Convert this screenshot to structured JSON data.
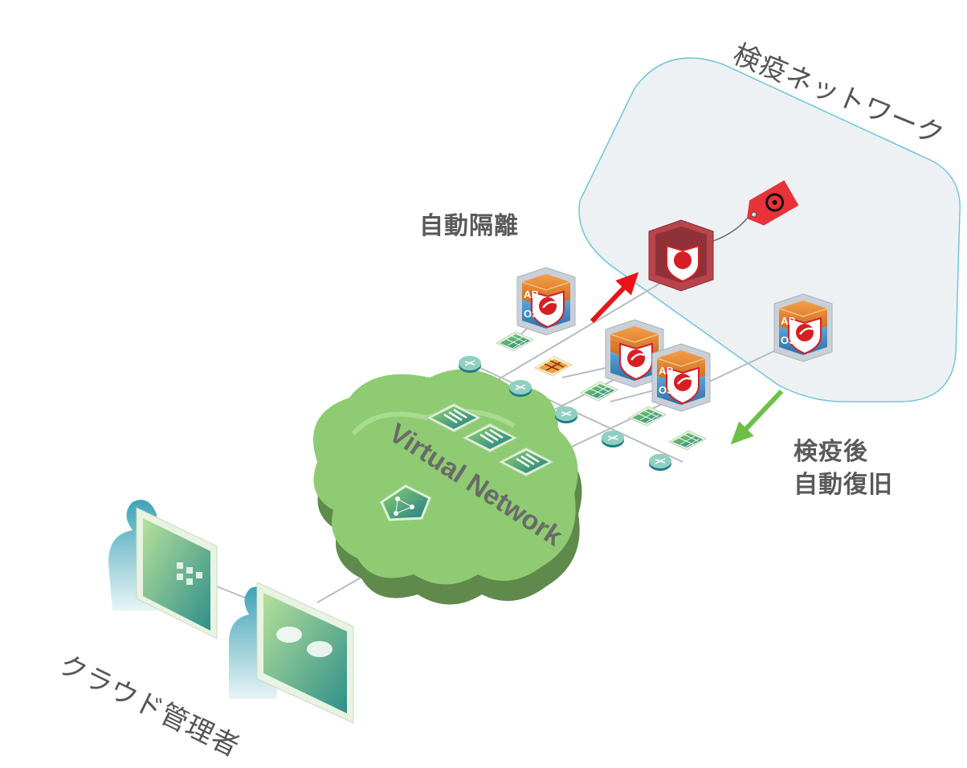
{
  "labels": {
    "quarantine_network": "検疫ネットワーク",
    "auto_isolation": "自動隔離",
    "after_quarantine_line1": "検疫後",
    "after_quarantine_line2": "自動復旧",
    "virtual_network": "Virtual Network",
    "cloud_admin": "クラウド管理者"
  },
  "vm": {
    "app_label": "AP",
    "os_label": "OS"
  },
  "colors": {
    "quarantine_border": "#6cc6e0",
    "quarantine_fill": "#eef1f4",
    "isolate_arrow": "#e8141a",
    "restore_arrow": "#6cc04a",
    "cloud": "#8fcb72",
    "cloud_dark": "#5f8a4c",
    "vm_orange": "#e07b1f",
    "vm_blue": "#3d86c4",
    "infected_vm": "#b9444c",
    "tag": "#e8323a"
  }
}
